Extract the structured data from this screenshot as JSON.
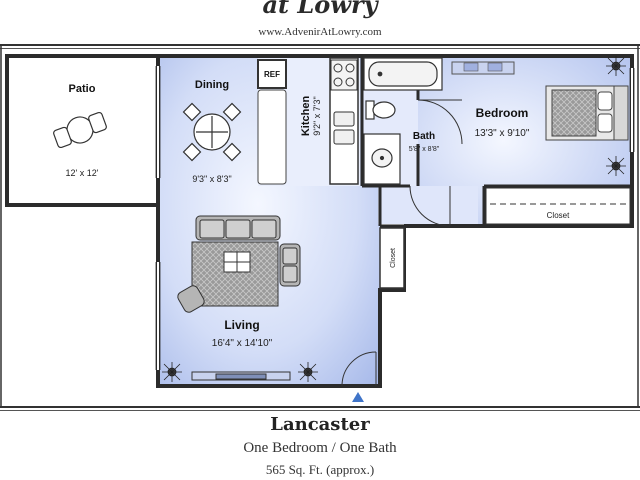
{
  "header": {
    "title": "at Lowry",
    "website": "www.AdvenirAtLowry.com"
  },
  "rooms": {
    "patio": {
      "name": "Patio",
      "size": "12' x 12'"
    },
    "dining": {
      "name": "Dining",
      "size": "9'3\" x 8'3\""
    },
    "kitchen": {
      "name": "Kitchen",
      "size": "9'2\" x 7'3\""
    },
    "refrigerator": "REF",
    "bath": {
      "name": "Bath",
      "size": "5'8\" x 8'8\""
    },
    "bedroom": {
      "name": "Bedroom",
      "size": "13'3\" x 9'10\""
    },
    "bedroom_closet": "Closet",
    "hall_closet": "Closet",
    "living": {
      "name": "Living",
      "size": "16'4\" x 14'10\""
    }
  },
  "footer": {
    "plan_name": "Lancaster",
    "layout": "One Bedroom / One Bath",
    "area": "565 Sq. Ft. (approx.)"
  },
  "colors": {
    "floor_light": "#f2f5ff",
    "floor_mid": "#c9d6f5",
    "floor_deep": "#9fb3e8",
    "wall": "#2b2b2b"
  }
}
